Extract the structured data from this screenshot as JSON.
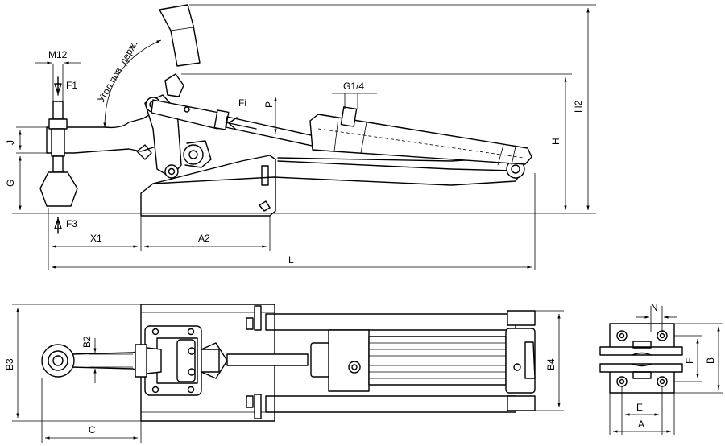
{
  "labels": {
    "M12": "M12",
    "F1": "F1",
    "F3": "F3",
    "Fi": "Fi",
    "P": "P",
    "G14": "G1/4",
    "J": "J",
    "G": "G",
    "H": "H",
    "H2": "H2",
    "X1": "X1",
    "A2": "A2",
    "L": "L",
    "B2": "B2",
    "B3": "B3",
    "B4": "B4",
    "C": "C",
    "N": "N",
    "E": "E",
    "A": "A",
    "F": "F",
    "B": "B",
    "angle": "Угол пов. держ."
  }
}
